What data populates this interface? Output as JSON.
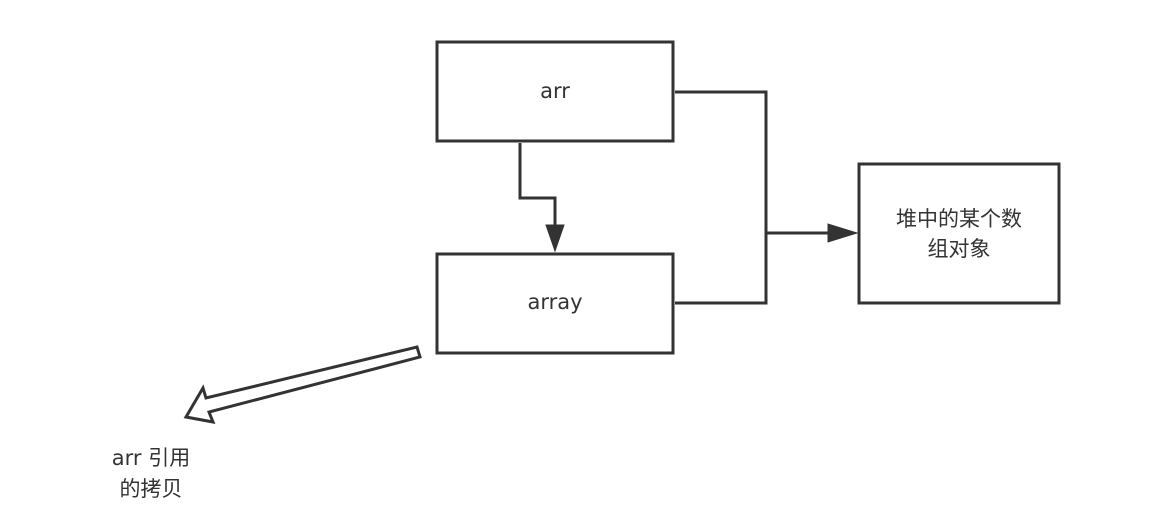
{
  "diagram": {
    "nodes": {
      "arr": {
        "label": "arr"
      },
      "array": {
        "label": "array"
      },
      "heap_object": {
        "label_line1": "堆中的某个数",
        "label_line2": "组对象"
      }
    },
    "annotations": {
      "copy_note": {
        "line1": "arr 引用",
        "line2": "的拷贝"
      }
    },
    "colors": {
      "stroke": "#333333",
      "fill": "#ffffff",
      "text": "#333333"
    }
  }
}
